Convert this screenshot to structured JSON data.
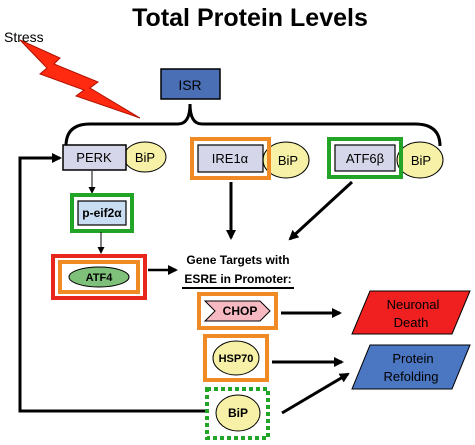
{
  "title": "Total Protein Levels",
  "stress_label": "Stress",
  "isr_label": "ISR",
  "sensors": {
    "perk": "PERK",
    "ire1": "IRE1α",
    "atf6": "ATF6β",
    "bip": "BiP"
  },
  "p_eif2a": "p-eif2α",
  "atf4": "ATF4",
  "gene_targets": {
    "line1": "Gene Targets with",
    "line2": "ESRE in Promoter:"
  },
  "targets": {
    "chop": "CHOP",
    "hsp70": "HSP70",
    "bip": "BiP"
  },
  "outcomes": {
    "neuronal_death": [
      "Neuronal",
      "Death"
    ],
    "protein_refolding": [
      "Protein",
      "Refolding"
    ]
  },
  "colors": {
    "stress_bolt": "#ff2a10",
    "isr_fill": "#4a6fb5",
    "perk_fill": "#d6d6ea",
    "ellipse_fill": "#f6f1a6",
    "orange_border": "#f08a24",
    "green_border": "#22a526",
    "red_border": "#e8261c",
    "atf4_fill": "#7fc07a",
    "chop_fill": "#f6b9c2",
    "death_fill": "#f02020",
    "refold_fill": "#4a76c2",
    "peif_fill": "#c9def2"
  }
}
